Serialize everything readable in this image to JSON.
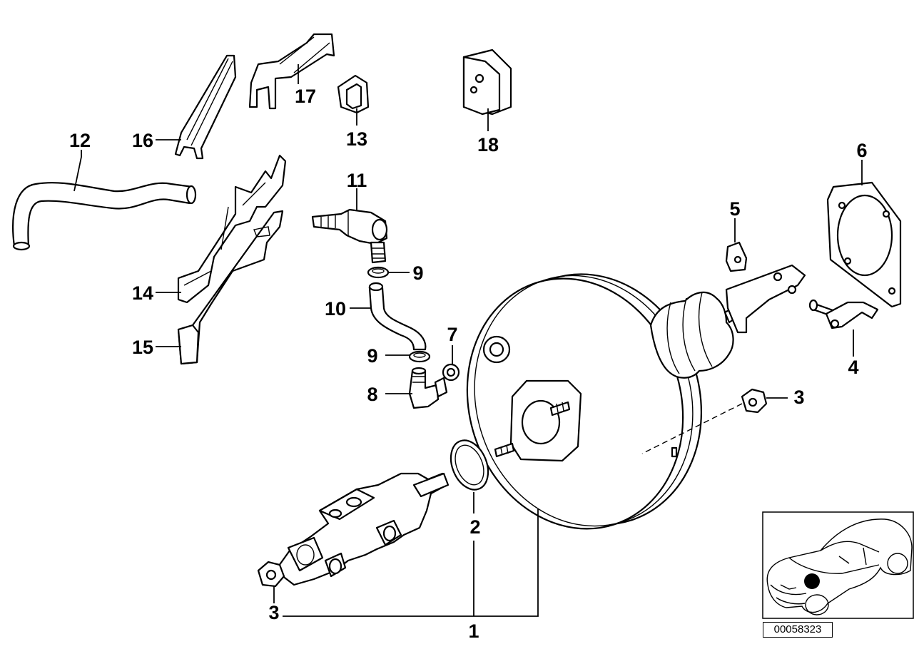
{
  "diagram": {
    "reference_number": "00058323",
    "callouts": [
      "1",
      "2",
      "3",
      "3",
      "4",
      "5",
      "6",
      "7",
      "8",
      "9",
      "9",
      "10",
      "11",
      "12",
      "13",
      "14",
      "15",
      "16",
      "17",
      "18"
    ]
  }
}
